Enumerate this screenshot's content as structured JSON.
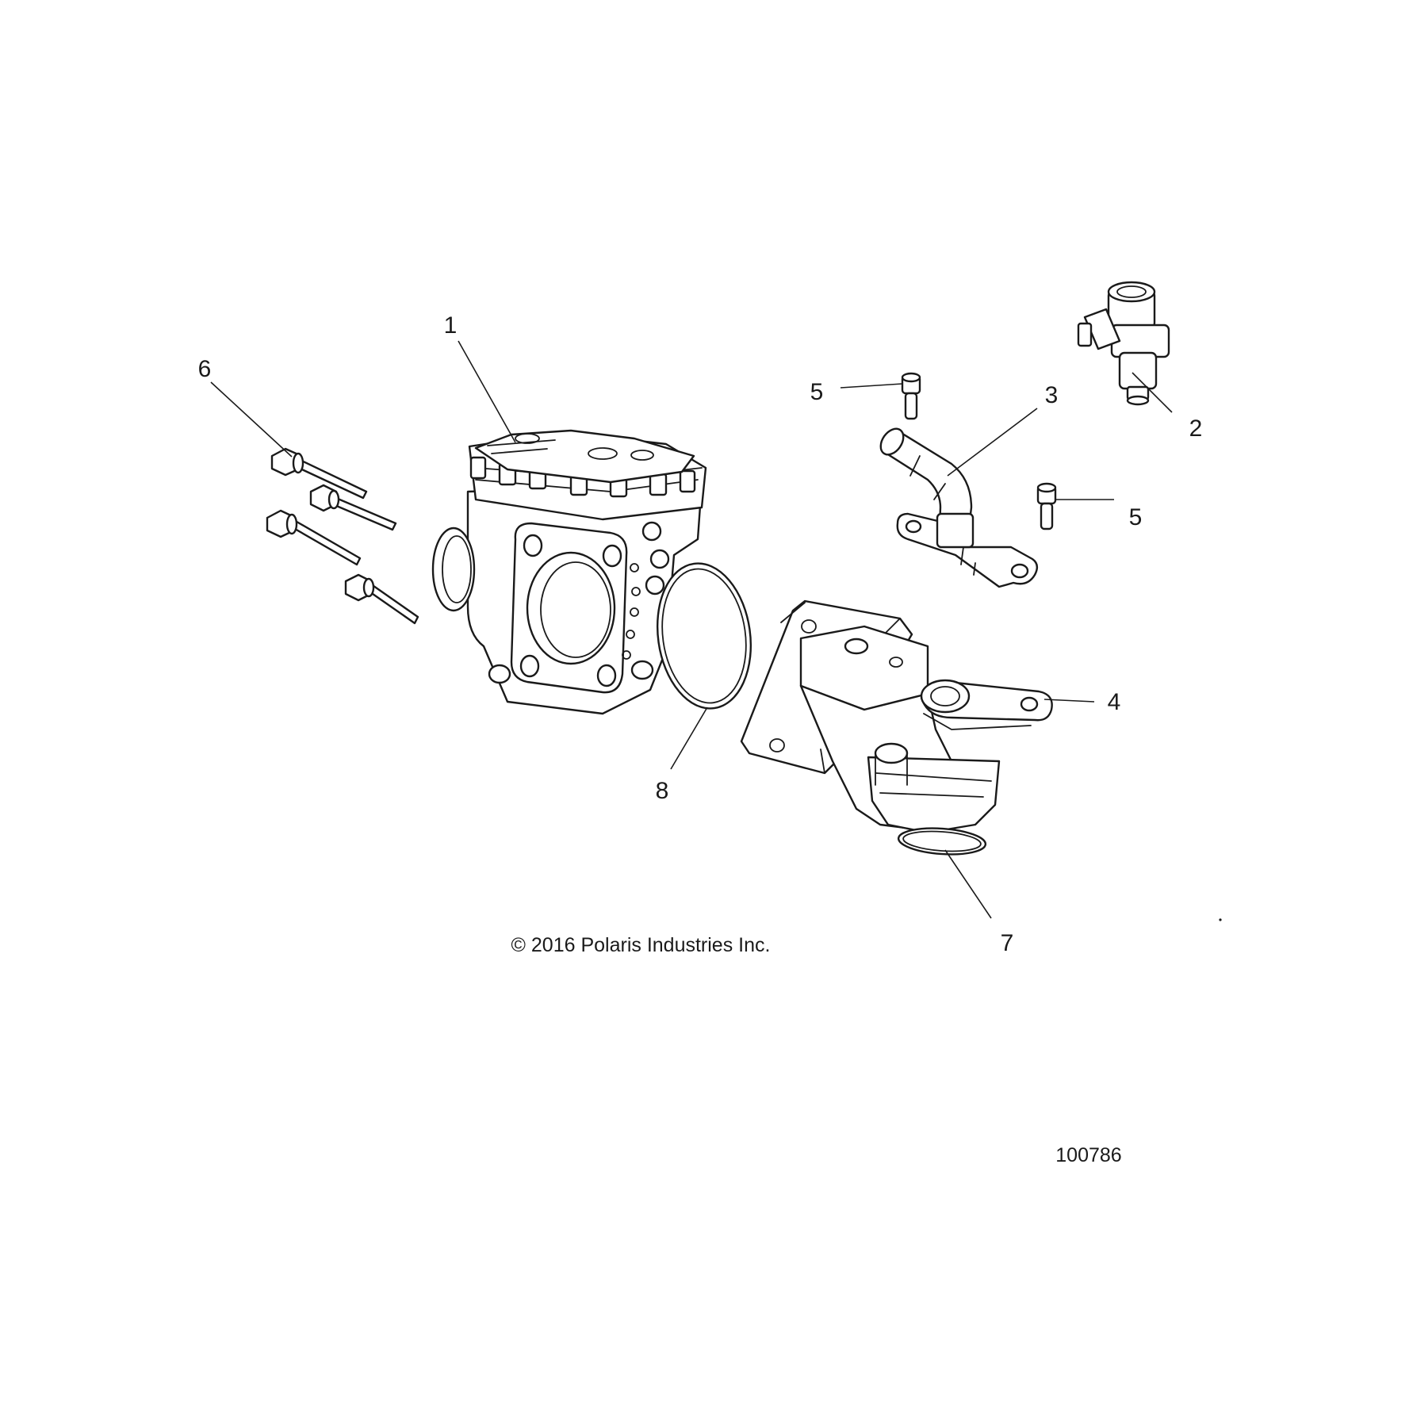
{
  "callouts": {
    "c1": "1",
    "c2": "2",
    "c3": "3",
    "c4": "4",
    "c5a": "5",
    "c5b": "5",
    "c6": "6",
    "c7": "7",
    "c8": "8"
  },
  "copyright": "© 2016 Polaris Industries Inc.",
  "figure_number": "100786",
  "colors": {
    "line": "#1a1a1a",
    "background": "#ffffff"
  }
}
